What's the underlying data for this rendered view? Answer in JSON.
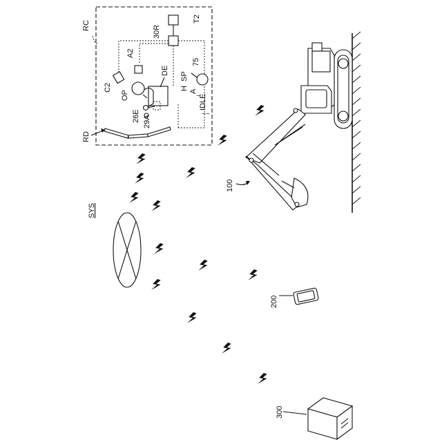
{
  "labels": {
    "remote_center": "RC",
    "remote_room": "RD",
    "system": "SYS",
    "cable_box": "30R",
    "terminal": "T2",
    "antenna": "A2",
    "display": "DE",
    "camera": "C2",
    "speed_dial": "75",
    "sp": "SP",
    "h": "H",
    "a": "A",
    "idle": "IDLE",
    "operator": "OP",
    "lever": "26E",
    "sensor": "29A",
    "excavator": "100",
    "mobile": "200",
    "server": "300"
  }
}
